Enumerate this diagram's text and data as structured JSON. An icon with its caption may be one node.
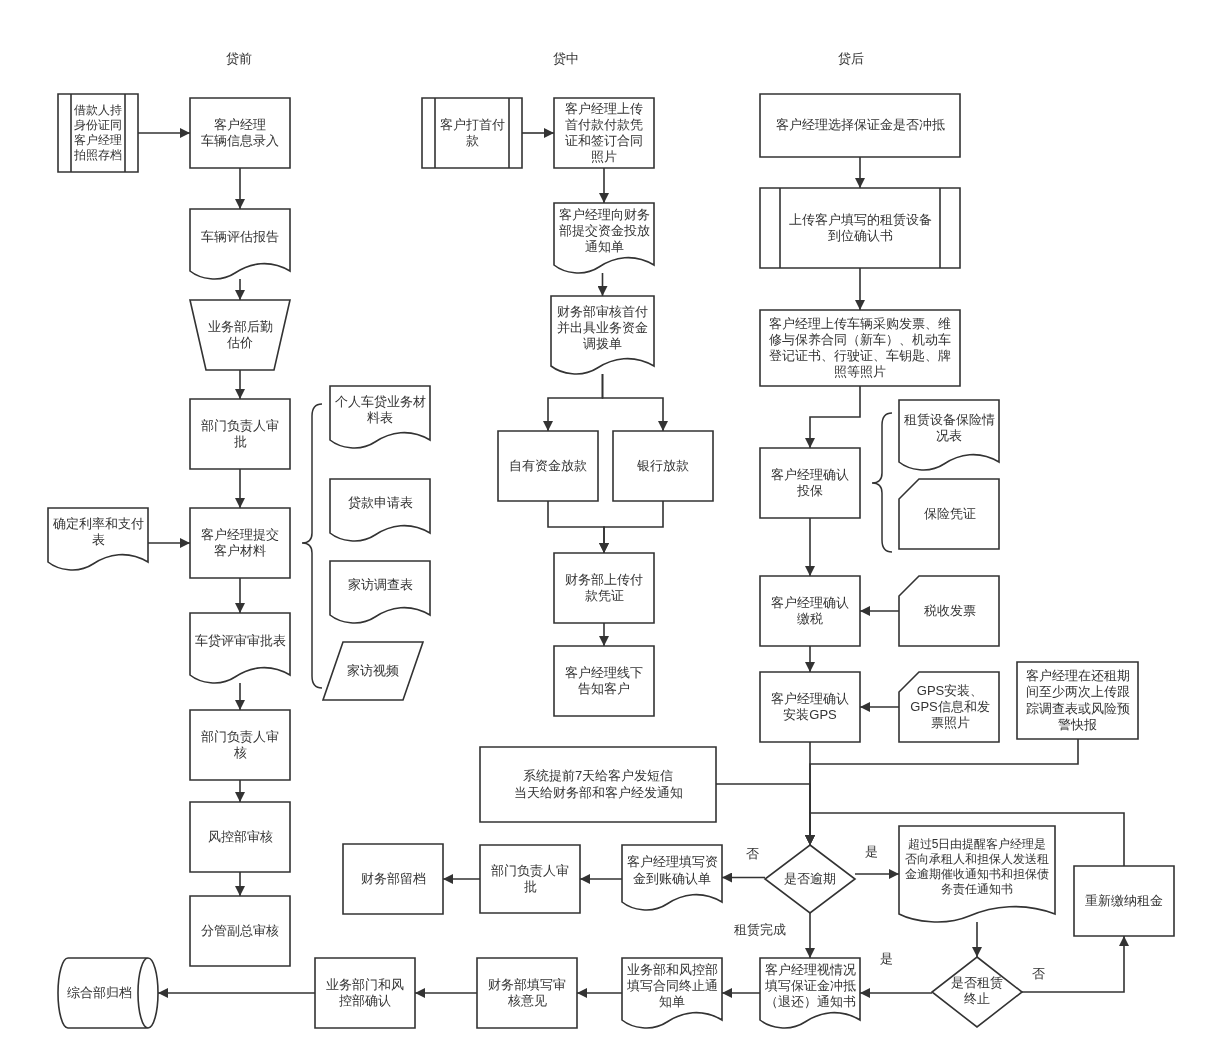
{
  "diagram": {
    "nodes": [
      {
        "text": [
          "借款人持身份证同客户经理拍照存档"
        ]
      },
      {
        "text": [
          "客户经理",
          "车辆信息录入"
        ]
      },
      {
        "text": [
          "车辆评估报告"
        ]
      },
      {
        "text": [
          "业务部后勤估价"
        ]
      },
      {
        "text": [
          "部门负责人审批"
        ]
      },
      {
        "text": [
          "确定利率和支付表"
        ]
      },
      {
        "text": [
          "客户经理提交客户材料"
        ]
      },
      {
        "text": [
          "个人车贷业务材料表"
        ]
      },
      {
        "text": [
          "贷款申请表"
        ]
      },
      {
        "text": [
          "家访调查表"
        ]
      },
      {
        "text": [
          "家访视频"
        ]
      },
      {
        "text": [
          "车贷评审审批表"
        ]
      },
      {
        "text": [
          "部门负责人审核"
        ]
      },
      {
        "text": [
          "风控部审核"
        ]
      },
      {
        "text": [
          "分管副总审核"
        ]
      },
      {
        "text": [
          "客户打首付款"
        ]
      },
      {
        "text": [
          "客户经理上传首付款付款凭证和签订合同照片"
        ]
      },
      {
        "text": [
          "客户经理向财务部提交资金投放通知单"
        ]
      },
      {
        "text": [
          "财务部审核首付并出具业务资金调拨单"
        ]
      },
      {
        "text": [
          "自有资金放款"
        ]
      },
      {
        "text": [
          "银行放款"
        ]
      },
      {
        "text": [
          "财务部上传付款凭证"
        ]
      },
      {
        "text": [
          "客户经理线下告知客户"
        ]
      },
      {
        "text": [
          "客户经理选择保证金是否冲抵"
        ]
      },
      {
        "text": [
          "上传客户填写的租赁设备到位确认书"
        ]
      },
      {
        "text": [
          "客户经理上传车辆采购发票、维修与保养合同（新车）、机动车登记证书、行驶证、车钥匙、牌照等照片"
        ]
      },
      {
        "text": [
          "租赁设备保险情况表"
        ]
      },
      {
        "text": [
          "客户经理确认投保"
        ]
      },
      {
        "text": [
          "保险凭证"
        ]
      },
      {
        "text": [
          "客户经理确认缴税"
        ]
      },
      {
        "text": [
          "税收发票"
        ]
      },
      {
        "text": [
          "客户经理确认安装GPS"
        ]
      },
      {
        "text": [
          "GPS安装、GPS信息和发票照片"
        ]
      },
      {
        "text": [
          "客户经理在还租期间至少两次上传跟踪调查表或风险预警快报"
        ]
      },
      {
        "text": [
          "系统提前7天给客户发短信",
          "当天给财务部和客户经发通知"
        ]
      },
      {
        "text": [
          "是否逾期"
        ]
      },
      {
        "text": [
          "客户经理填写资金到账确认单"
        ]
      },
      {
        "text": [
          "部门负责人审批"
        ]
      },
      {
        "text": [
          "财务部留档"
        ]
      },
      {
        "text": [
          "超过5日由提醒客户经理是否向承租人和担保人发送租金逾期催收通知书和担保债务责任通知书"
        ]
      },
      {
        "text": [
          "重新缴纳租金"
        ]
      },
      {
        "text": [
          "是否租赁终止"
        ]
      },
      {
        "text": [
          "客户经理视情况填写保证金冲抵（退还）通知书"
        ]
      },
      {
        "text": [
          "业务部和风控部填写合同终止通知单"
        ]
      },
      {
        "text": [
          "财务部填写审核意见"
        ]
      },
      {
        "text": [
          "业务部门和风控部确认"
        ]
      },
      {
        "text": [
          "综合部归档"
        ]
      }
    ],
    "edges": [
      {
        "from": 0,
        "to": 1,
        "arrow": "to"
      },
      {
        "from": 1,
        "to": 2,
        "arrow": "to"
      },
      {
        "from": 2,
        "to": 3,
        "arrow": "to"
      },
      {
        "from": 3,
        "to": 4,
        "arrow": "to"
      },
      {
        "from": 4,
        "to": 6,
        "arrow": "to"
      },
      {
        "from": 5,
        "to": 6,
        "arrow": "to"
      },
      {
        "from": 6,
        "to": 11,
        "arrow": "to"
      },
      {
        "from": 11,
        "to": 12,
        "arrow": "to"
      },
      {
        "from": 12,
        "to": 13,
        "arrow": "to"
      },
      {
        "from": 13,
        "to": 14,
        "arrow": "to"
      },
      {
        "from": 15,
        "to": 16,
        "arrow": "to"
      },
      {
        "from": 16,
        "to": 17,
        "arrow": "to"
      },
      {
        "from": 17,
        "to": 18,
        "arrow": "to"
      },
      {
        "from": 18,
        "to": 19,
        "arrow": "to"
      },
      {
        "from": 18,
        "to": 20,
        "arrow": "to"
      },
      {
        "from": 19,
        "to": 21,
        "arrow": "to"
      },
      {
        "from": 20,
        "to": 21,
        "arrow": "to"
      },
      {
        "from": 21,
        "to": 22,
        "arrow": "to"
      },
      {
        "from": 23,
        "to": 24,
        "arrow": "to"
      },
      {
        "from": 24,
        "to": 25,
        "arrow": "to"
      },
      {
        "from": 25,
        "to": 27,
        "arrow": "to"
      },
      {
        "from": 27,
        "to": 29,
        "arrow": "to"
      },
      {
        "from": 30,
        "to": 29,
        "arrow": "to"
      },
      {
        "from": 29,
        "to": 31,
        "arrow": "to"
      },
      {
        "from": 32,
        "to": 31,
        "arrow": "to"
      },
      {
        "from": 31,
        "to": 35,
        "arrow": "to"
      },
      {
        "from": 34,
        "to": 35,
        "arrow": "to"
      },
      {
        "from": 33,
        "to": 35,
        "arrow": "to"
      },
      {
        "from": 40,
        "to": 35,
        "arrow": "to"
      },
      {
        "from": 35,
        "to": 36,
        "arrow": "to",
        "label": "否"
      },
      {
        "from": 36,
        "to": 37,
        "arrow": "to"
      },
      {
        "from": 37,
        "to": 38,
        "arrow": "to"
      },
      {
        "from": 35,
        "to": 39,
        "arrow": "to",
        "label": "是"
      },
      {
        "from": 35,
        "to": 42,
        "arrow": "to",
        "label": "租赁完成"
      },
      {
        "from": 39,
        "to": 41,
        "arrow": "to"
      },
      {
        "from": 41,
        "to": 42,
        "arrow": "to",
        "label": "是"
      },
      {
        "from": 41,
        "to": 40,
        "arrow": "to",
        "label": "否"
      },
      {
        "from": 42,
        "to": 43,
        "arrow": "to"
      },
      {
        "from": 43,
        "to": 44,
        "arrow": "to"
      },
      {
        "from": 44,
        "to": 45,
        "arrow": "to"
      },
      {
        "from": 45,
        "to": 46,
        "arrow": "to"
      }
    ],
    "labels": [
      "贷前",
      "贷中",
      "贷后"
    ]
  }
}
